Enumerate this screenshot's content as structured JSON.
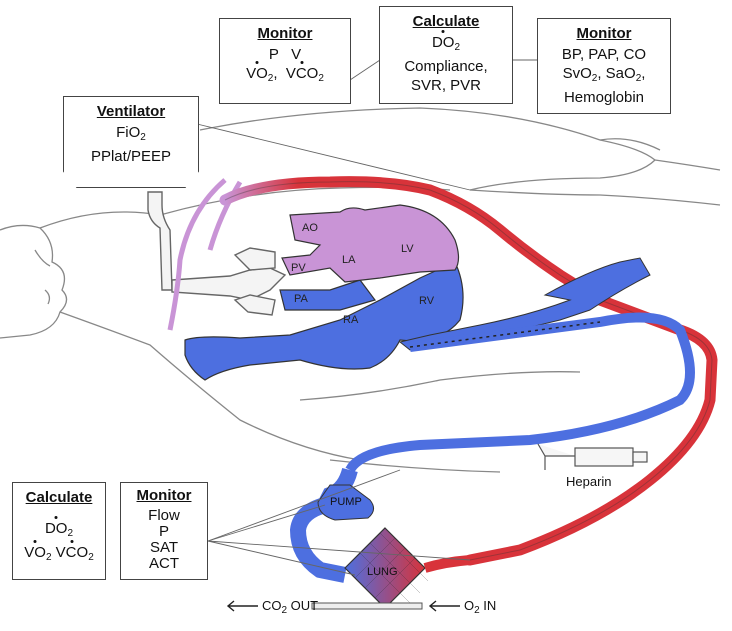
{
  "colors": {
    "arterial": "#d8333a",
    "venous": "#4d6fe0",
    "heart_left": "#c994d6",
    "outline": "#555555"
  },
  "ventilator": {
    "title": "Ventilator",
    "line1_main": "FiO",
    "line1_sub": "2",
    "line2": "PPlat/PEEP"
  },
  "monitor_top": {
    "title": "Monitor",
    "line1": "P   V",
    "vo2_main": "VO",
    "vo2_sub": "2",
    "vco2_main": "VCO",
    "vco2_sub": "2"
  },
  "calculate_top": {
    "title": "Calculate",
    "do2_main": "DO",
    "do2_sub": "2",
    "line2": "Compliance,",
    "line3": "SVR, PVR"
  },
  "monitor_right": {
    "title": "Monitor",
    "line1": "BP, PAP, CO",
    "svo2_main": "SvO",
    "svo2_sub": "2",
    "sao2_main": ", SaO",
    "sao2_sub": "2",
    "sao2_tail": ",",
    "line3": "Hemoglobin"
  },
  "calculate_bottom": {
    "title": "Calculate",
    "do2_main": "DO",
    "do2_sub": "2",
    "vo2_main": "VO",
    "vo2_sub": "2",
    "vco2_main": "VCO",
    "vco2_sub": "2"
  },
  "monitor_bottom": {
    "title": "Monitor",
    "lines": [
      "Flow",
      "P",
      "SAT",
      "ACT"
    ]
  },
  "heart_labels": {
    "ao": "AO",
    "pv": "PV",
    "la": "LA",
    "lv": "LV",
    "pa": "PA",
    "ra": "RA",
    "rv": "RV"
  },
  "circuit": {
    "pump": "PUMP",
    "lung": "LUNG",
    "heparin": "Heparin",
    "co2_main": "CO",
    "co2_sub": "2",
    "co2_tail": " OUT",
    "o2_main": "O",
    "o2_sub": "2",
    "o2_tail": " IN"
  }
}
